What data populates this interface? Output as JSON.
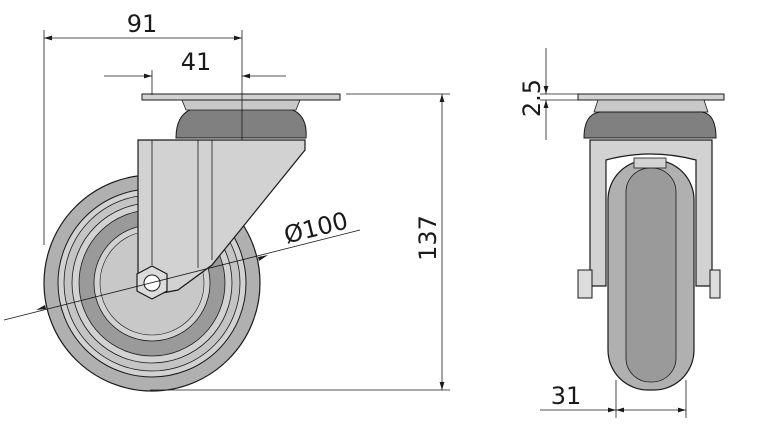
{
  "dimensions": {
    "overall_width": "91",
    "mount_offset": "41",
    "wheel_diameter": "Ø100",
    "overall_height": "137",
    "plate_thickness": "2.5",
    "wheel_width": "31"
  }
}
